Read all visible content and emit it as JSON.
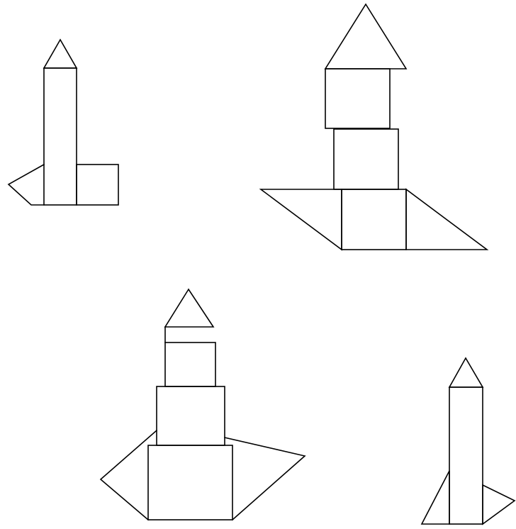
{
  "colors": {
    "background": "#ffffff",
    "stroke": "#000000"
  },
  "figures": [
    {
      "name": "figure-top-left",
      "shapes": [
        {
          "name": "top-left-roof-triangle",
          "type": "triangle"
        },
        {
          "name": "top-left-tall-rectangle",
          "type": "rectangle"
        },
        {
          "name": "top-left-square",
          "type": "square"
        },
        {
          "name": "top-left-side-triangle",
          "type": "triangle"
        }
      ]
    },
    {
      "name": "figure-top-right",
      "shapes": [
        {
          "name": "top-right-roof-triangle",
          "type": "triangle"
        },
        {
          "name": "top-right-upper-square",
          "type": "square"
        },
        {
          "name": "top-right-middle-square",
          "type": "square"
        },
        {
          "name": "top-right-lower-square",
          "type": "square"
        },
        {
          "name": "top-right-left-triangle",
          "type": "triangle"
        },
        {
          "name": "top-right-right-triangle",
          "type": "triangle"
        }
      ]
    },
    {
      "name": "figure-bottom-center",
      "shapes": [
        {
          "name": "bottom-center-roof-triangle",
          "type": "triangle"
        },
        {
          "name": "bottom-center-top-square",
          "type": "square"
        },
        {
          "name": "bottom-center-middle-square",
          "type": "square"
        },
        {
          "name": "bottom-center-bottom-square",
          "type": "square"
        },
        {
          "name": "bottom-center-left-wing",
          "type": "parallelogram"
        },
        {
          "name": "bottom-center-right-wing",
          "type": "parallelogram"
        }
      ]
    },
    {
      "name": "figure-bottom-right",
      "shapes": [
        {
          "name": "bottom-right-roof-triangle",
          "type": "triangle"
        },
        {
          "name": "bottom-right-tall-rectangle",
          "type": "rectangle"
        },
        {
          "name": "bottom-right-left-fin",
          "type": "triangle"
        },
        {
          "name": "bottom-right-right-fin",
          "type": "triangle"
        }
      ]
    }
  ]
}
